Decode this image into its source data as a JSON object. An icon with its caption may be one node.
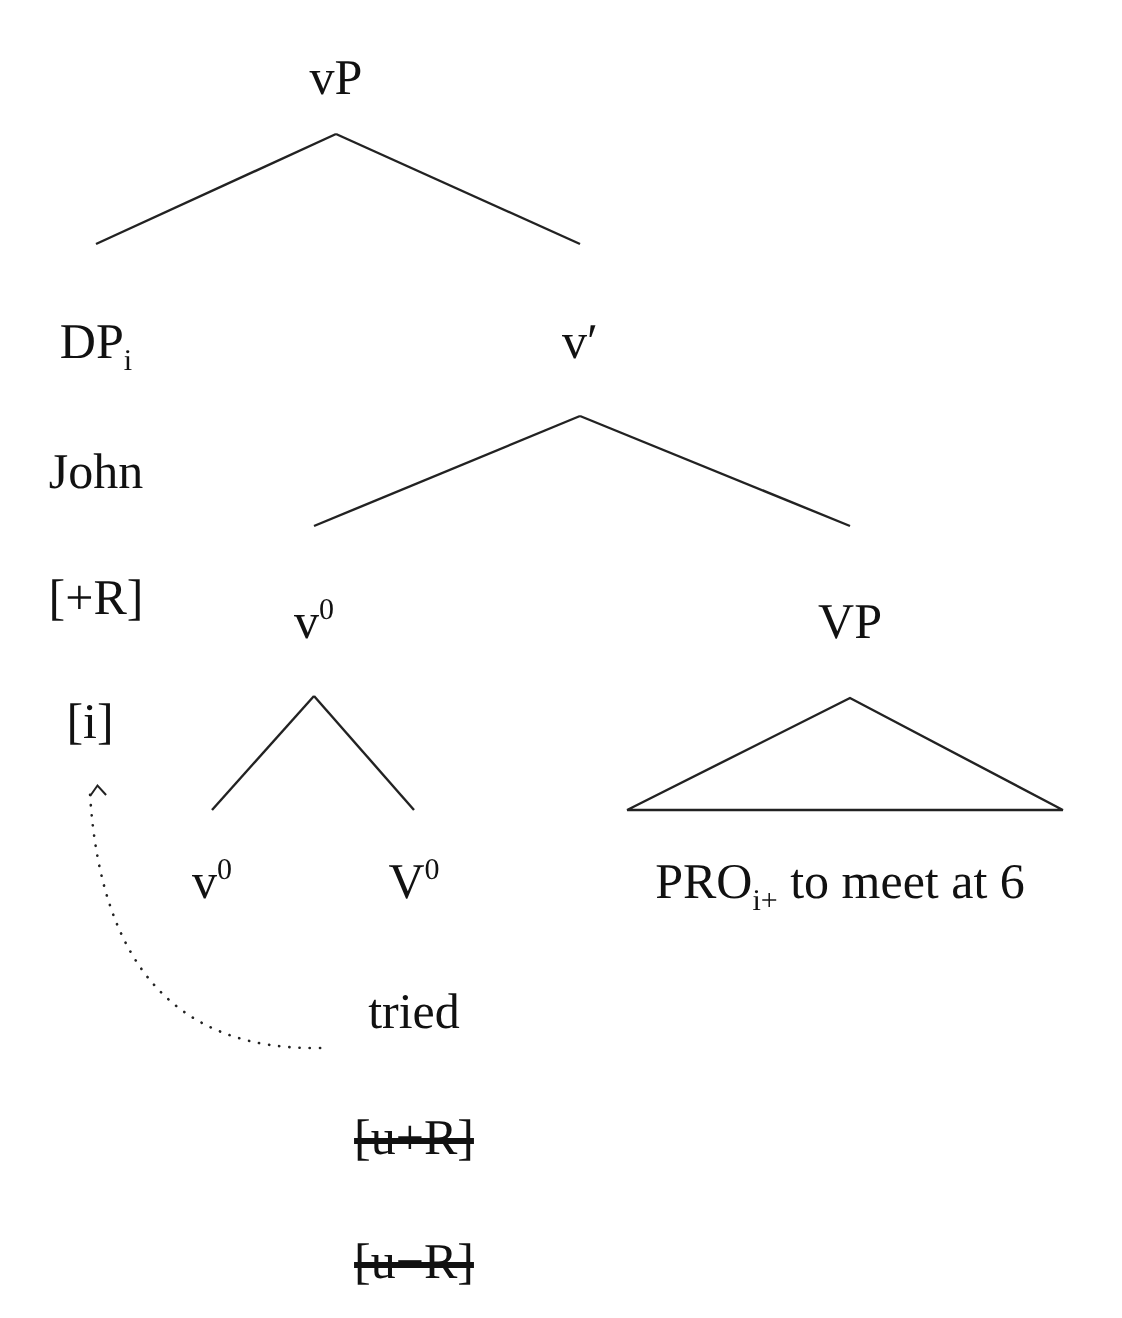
{
  "diagram": {
    "nodes": [
      {
        "text": [
          "vP"
        ]
      },
      {
        "text": [
          "DP$_{i}$"
        ]
      },
      {
        "text": [
          "v′"
        ]
      },
      {
        "text": [
          "John"
        ]
      },
      {
        "text": [
          "[+R]"
        ]
      },
      {
        "text": [
          "v$^{0}$"
        ]
      },
      {
        "text": [
          "VP"
        ]
      },
      {
        "text": [
          "[i]"
        ]
      },
      {
        "text": [
          "v$^{0}$"
        ]
      },
      {
        "text": [
          "V$^{0}$"
        ]
      },
      {
        "text": [
          "PRO$_{i+}$ to meet at 6"
        ]
      },
      {
        "text": [
          "tried"
        ]
      },
      {
        "text": [
          "[u+R]"
        ]
      },
      {
        "text": [
          "[u−R]"
        ]
      }
    ],
    "edges": [
      {
        "from": 0,
        "to": 1,
        "arrow": "none"
      },
      {
        "from": 0,
        "to": 2,
        "arrow": "none"
      },
      {
        "from": 2,
        "to": 5,
        "arrow": "none"
      },
      {
        "from": 2,
        "to": 6,
        "arrow": "none"
      },
      {
        "from": 5,
        "to": 8,
        "arrow": "none"
      },
      {
        "from": 5,
        "to": 9,
        "arrow": "none"
      },
      {
        "from": 6,
        "to": 10,
        "arrow": "none"
      },
      {
        "from": 11,
        "to": 7,
        "arrow": "to",
        "style": "dashed"
      }
    ]
  }
}
